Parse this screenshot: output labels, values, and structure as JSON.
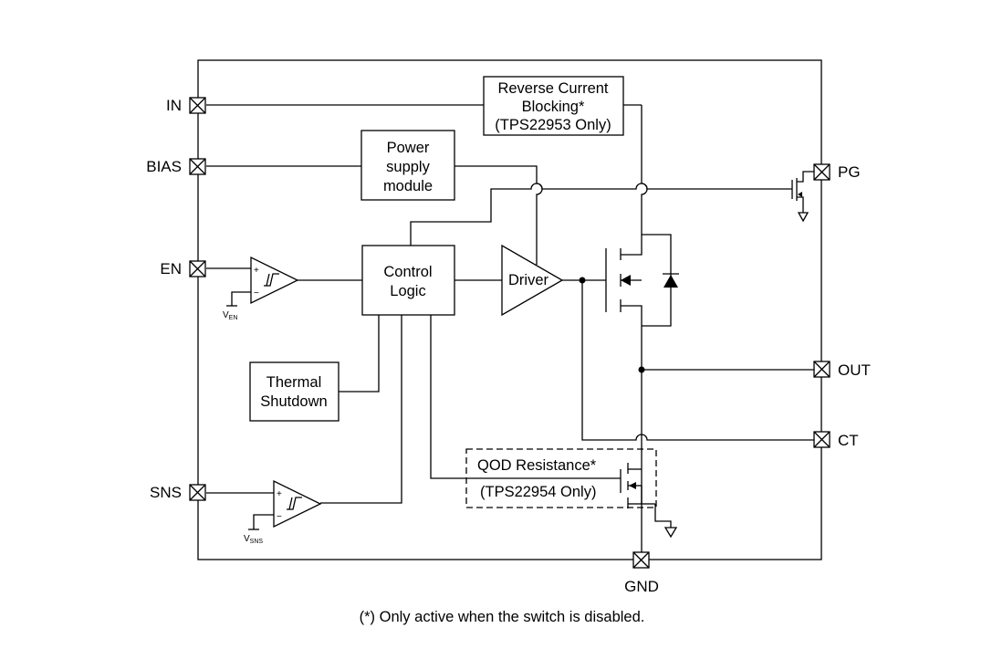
{
  "pins": {
    "in": "IN",
    "bias": "BIAS",
    "en": "EN",
    "sns": "SNS",
    "pg": "PG",
    "out": "OUT",
    "ct": "CT",
    "gnd": "GND"
  },
  "blocks": {
    "reverse_current": [
      "Reverse Current",
      "Blocking*",
      "(TPS22953 Only)"
    ],
    "power_supply": [
      "Power",
      "supply",
      "module"
    ],
    "control_logic": [
      "Control",
      "Logic"
    ],
    "driver": "Driver",
    "thermal": [
      "Thermal",
      "Shutdown"
    ],
    "qod": [
      "QOD Resistance*",
      "(TPS22954 Only)"
    ]
  },
  "references": {
    "v_en": {
      "main": "V",
      "sub": "EN"
    },
    "v_sns": {
      "main": "V",
      "sub": "SNS"
    }
  },
  "comparator_signs": {
    "plus": "+",
    "minus": "−"
  },
  "footnote": "(*) Only active when the switch is disabled."
}
